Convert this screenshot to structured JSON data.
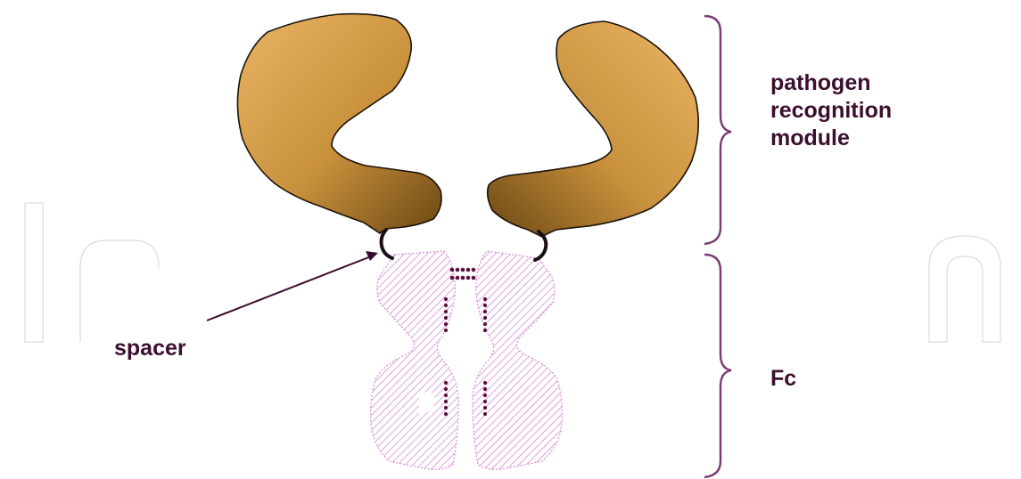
{
  "labels": {
    "module": [
      "pathogen",
      "recognition",
      "module"
    ],
    "spacer": "spacer",
    "fc": "Fc"
  },
  "colors": {
    "lobe_light": "#e9b465",
    "lobe_dark": "#6b4712",
    "fc_hatch": "#d68ad6",
    "spacer": "#1a0f14",
    "bracket": "#7a3b73",
    "label": "#3b0f2e",
    "watermark": "#e4e4e4"
  },
  "watermark_text": "In"
}
